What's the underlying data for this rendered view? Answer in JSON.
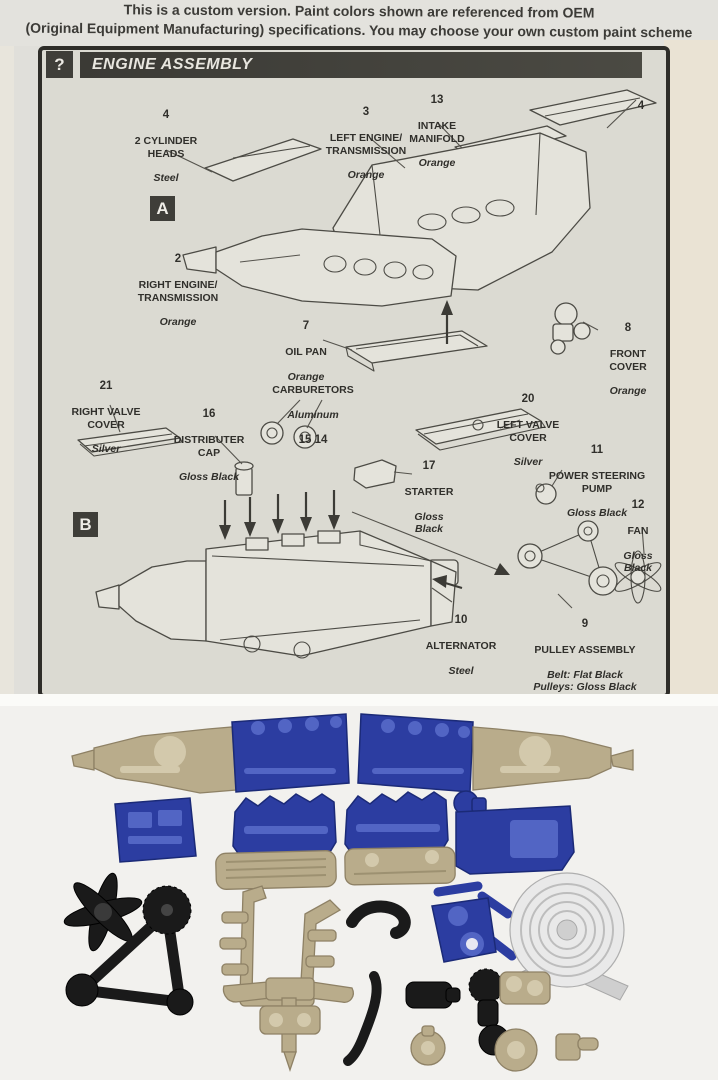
{
  "top_note": {
    "line1": "This is a custom version. Paint colors shown are referenced from OEM",
    "line2": "(Original Equipment Manufacturing) specifications. You may choose your own custom paint scheme"
  },
  "panel": {
    "help_glyph": "?",
    "title": "ENGINE ASSEMBLY",
    "section_a": "A",
    "section_b": "B"
  },
  "callouts": {
    "cylinder_heads": {
      "number": "4",
      "name": "2 CYLINDER\nHEADS",
      "finish": "Steel"
    },
    "left_engine": {
      "number": "3",
      "name": "LEFT ENGINE/\nTRANSMISSION",
      "finish": "Orange"
    },
    "intake_manifold": {
      "number": "13",
      "name": "INTAKE\nMANIFOLD",
      "finish": "Orange"
    },
    "head_right": {
      "number": "4"
    },
    "right_engine": {
      "number": "2",
      "name": "RIGHT ENGINE/\nTRANSMISSION",
      "finish": "Orange"
    },
    "oil_pan": {
      "number": "7",
      "name": "OIL PAN",
      "finish": "Orange"
    },
    "front_cover": {
      "number": "8",
      "name": "FRONT\nCOVER",
      "finish": "Orange"
    },
    "right_valve_cover": {
      "number": "21",
      "name": "RIGHT VALVE\nCOVER",
      "finish": "Silver"
    },
    "distributer_cap": {
      "number": "16",
      "name": "DISTRIBUTER\nCAP",
      "finish": "Gloss Black"
    },
    "carburetors": {
      "name": "CARBURETORS",
      "finish": "Aluminum",
      "number": "15 14"
    },
    "left_valve_cover": {
      "number": "20",
      "name": "LEFT VALVE\nCOVER",
      "finish": "Silver"
    },
    "starter": {
      "number": "17",
      "name": "STARTER",
      "finish": "Gloss\nBlack"
    },
    "power_steering_pump": {
      "number": "11",
      "name": "POWER STEERING\nPUMP",
      "finish": "Gloss Black"
    },
    "fan": {
      "number": "12",
      "name": "FAN",
      "finish": "Gloss\nBlack"
    },
    "alternator": {
      "number": "10",
      "name": "ALTERNATOR",
      "finish": "Steel"
    },
    "pulley_assembly": {
      "number": "9",
      "name": "PULLEY ASSEMBLY",
      "finish": "Belt: Flat Black\nPulleys: Gloss Black"
    }
  },
  "colors": {
    "part_blue": "#2c3da1",
    "part_blue_dk": "#1b2a77",
    "part_blue_lt": "#5265c4",
    "part_gold": "#b9ac8b",
    "part_gold_dk": "#8e8165",
    "part_gold_lt": "#d3c9ac",
    "part_black": "#1a1a1a",
    "part_chrome": "#e9e9e9"
  }
}
